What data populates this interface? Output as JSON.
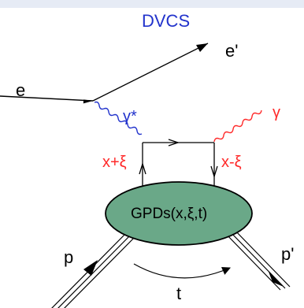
{
  "title": "DVCS",
  "labels": {
    "electron_in": "e",
    "electron_out": "e'",
    "virtual_photon": "γ*",
    "real_photon": "γ",
    "momentum_left": "x+ξ",
    "momentum_right": "x-ξ",
    "gpd": "GPDs(x,ξ,t)",
    "proton_in": "p",
    "proton_out": "p'",
    "momentum_transfer": "t"
  },
  "colors": {
    "top_band": "#e6ebf5",
    "title": "#2233cc",
    "blue_photon": "#2233cc",
    "red_photon": "#ff2a2a",
    "blob_fill": "#6aa888",
    "line": "#000000"
  }
}
